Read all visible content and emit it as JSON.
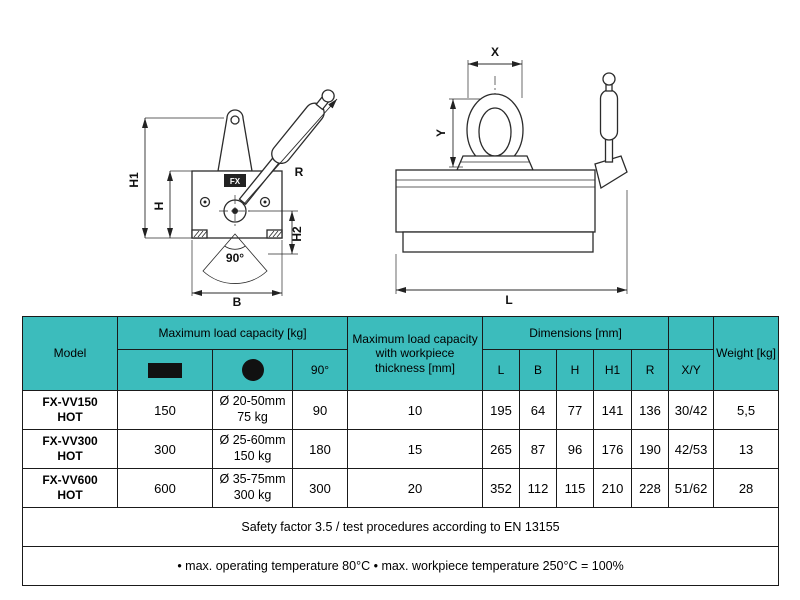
{
  "colors": {
    "header_bg": "#3cbcbc",
    "line": "#2b2b2b",
    "background": "#ffffff"
  },
  "drawings": {
    "logo": "FX",
    "side_view": {
      "labels": {
        "h1": "H1",
        "h": "H",
        "h2": "H2",
        "b": "B",
        "r": "R",
        "angle": "90°"
      }
    },
    "front_view": {
      "labels": {
        "x": "X",
        "y": "Y",
        "l": "L"
      }
    }
  },
  "table": {
    "header": {
      "model": "Model",
      "max_load": "Maximum load capacity [kg]",
      "deg90": "90°",
      "max_load_thickness": "Maximum load capacity with workpiece thickness [mm]",
      "dimensions": "Dimensions [mm]",
      "weight": "Weight [kg]",
      "dim_cols": [
        "L",
        "B",
        "H",
        "H1",
        "R",
        "X/Y"
      ]
    },
    "rows": [
      {
        "model1": "FX-VV150",
        "model2": "HOT",
        "flat": "150",
        "round1": "Ø 20-50mm",
        "round2": "75 kg",
        "deg90": "90",
        "thickness": "10",
        "L": "195",
        "B": "64",
        "H": "77",
        "H1": "141",
        "R": "136",
        "XY": "30/42",
        "weight": "5,5"
      },
      {
        "model1": "FX-VV300",
        "model2": "HOT",
        "flat": "300",
        "round1": "Ø 25-60mm",
        "round2": "150 kg",
        "deg90": "180",
        "thickness": "15",
        "L": "265",
        "B": "87",
        "H": "96",
        "H1": "176",
        "R": "190",
        "XY": "42/53",
        "weight": "13"
      },
      {
        "model1": "FX-VV600",
        "model2": "HOT",
        "flat": "600",
        "round1": "Ø 35-75mm",
        "round2": "300 kg",
        "deg90": "300",
        "thickness": "20",
        "L": "352",
        "B": "112",
        "H": "115",
        "H1": "210",
        "R": "228",
        "XY": "51/62",
        "weight": "28"
      }
    ],
    "footer": [
      "Safety factor 3.5 / test procedures according to EN 13155",
      "• max. operating temperature 80°C  • max. workpiece temperature 250°C = 100%"
    ]
  }
}
